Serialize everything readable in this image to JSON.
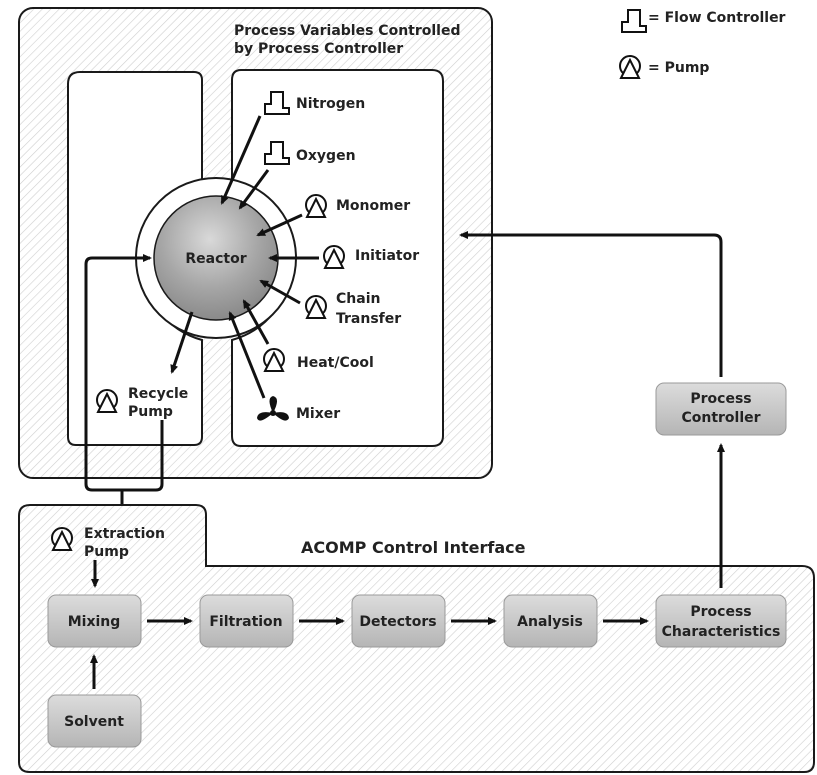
{
  "legend": {
    "flow_controller": "= Flow Controller",
    "pump": "= Pump"
  },
  "process_panel": {
    "title_line1": "Process Variables Controlled",
    "title_line2": "by Process Controller"
  },
  "reactor": {
    "label": "Reactor"
  },
  "inputs": {
    "nitrogen": "Nitrogen",
    "oxygen": "Oxygen",
    "monomer": "Monomer",
    "initiator": "Initiator",
    "chain_transfer_1": "Chain",
    "chain_transfer_2": "Transfer",
    "heat_cool": "Heat/Cool",
    "mixer": "Mixer"
  },
  "recycle_pump": {
    "line1": "Recycle",
    "line2": "Pump"
  },
  "extraction_pump": {
    "line1": "Extraction",
    "line2": "Pump"
  },
  "process_controller": {
    "line1": "Process",
    "line2": "Controller"
  },
  "acomp": {
    "title": "ACOMP Control Interface",
    "mixing": "Mixing",
    "filtration": "Filtration",
    "detectors": "Detectors",
    "analysis": "Analysis",
    "process_char_1": "Process",
    "process_char_2": "Characteristics",
    "solvent": "Solvent"
  },
  "colors": {
    "hatch_line": "#c8c8c8",
    "box_fill": "#c9c9c9",
    "box_fill_dark": "#a8a8a8",
    "reactor_fill": "#9e9e9e",
    "outline": "#1a1a1a"
  }
}
